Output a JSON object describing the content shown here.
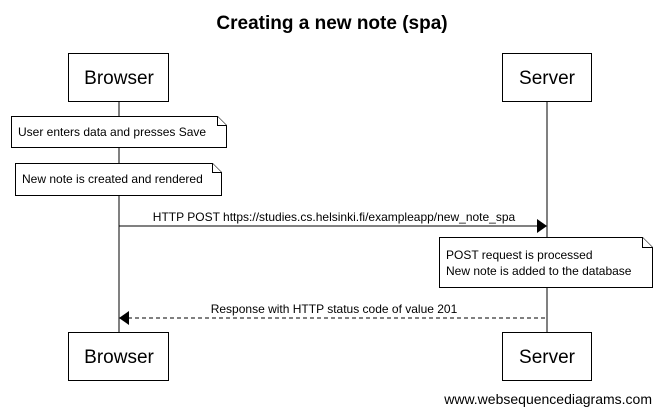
{
  "diagram": {
    "title": "Creating a new note (spa)",
    "participants": {
      "browser": "Browser",
      "server": "Server"
    },
    "notes": {
      "enter_data": "User enters data and presses Save",
      "note_created": "New note is created and rendered",
      "server_line1": "POST request is processed",
      "server_line2": "New note is added to the database"
    },
    "messages": {
      "post": "HTTP POST https://studies.cs.helsinki.fi/exampleapp/new_note_spa",
      "response": "Response with HTTP status code of value 201"
    },
    "watermark": "www.websequencediagrams.com"
  }
}
